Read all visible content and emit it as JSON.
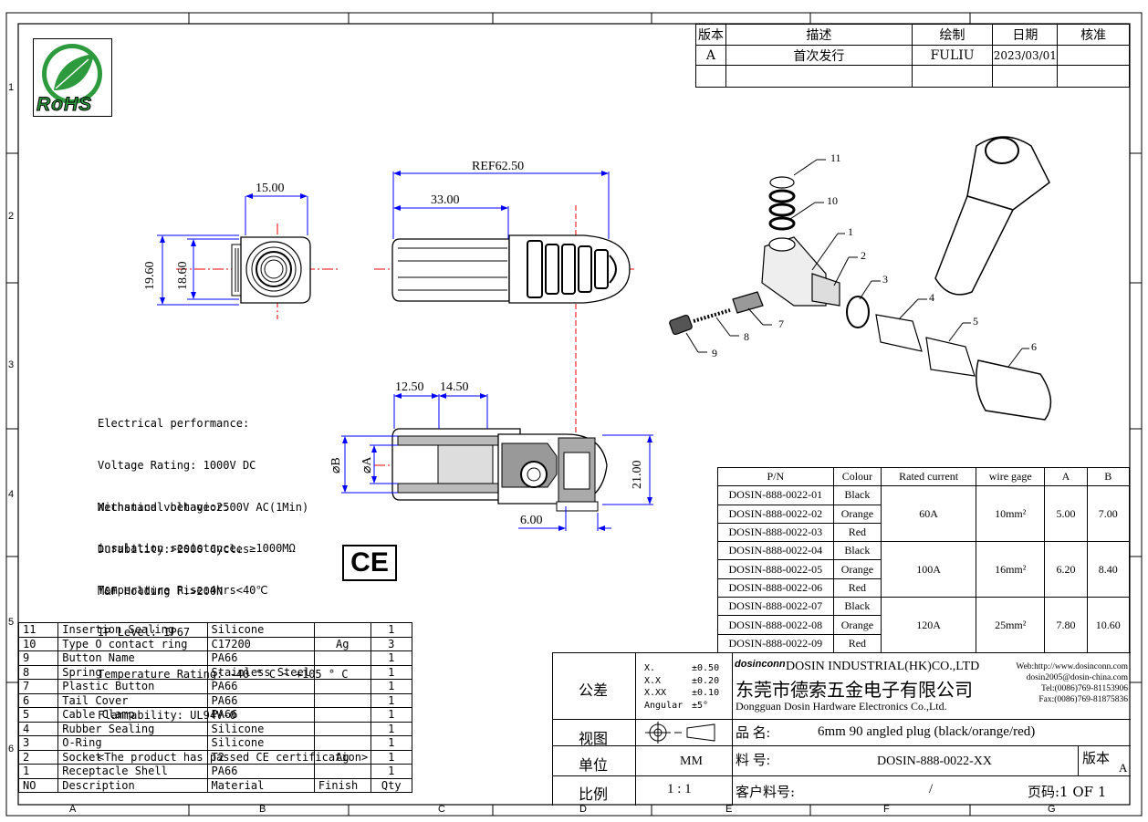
{
  "frame": {
    "row_labels": [
      "1",
      "2",
      "3",
      "4",
      "5",
      "6"
    ],
    "col_labels": [
      "A",
      "B",
      "C",
      "D",
      "E",
      "F",
      "G"
    ]
  },
  "logo": {
    "text": "RoHS"
  },
  "revision_table": {
    "headers": [
      "版本",
      "描述",
      "绘制",
      "日期",
      "核准"
    ],
    "rows": [
      [
        "A",
        "首次发行",
        "FULIU",
        "2023/03/01",
        ""
      ]
    ]
  },
  "dimensions": {
    "top_width": "15.00",
    "height_outer": "19.60",
    "height_inner": "18.60",
    "ref_length": "REF62.50",
    "body_length": "33.00",
    "sect_a": "12.50",
    "sect_b": "14.50",
    "dia_b": "⌀B",
    "dia_a": "⌀A",
    "height_21": "21.00",
    "offset_6": "6.00"
  },
  "specs": {
    "electrical": [
      "Electrical performance:",
      "Voltage Rating: 1000V DC",
      "Withstand voltage:2500V AC(1Min)",
      "insulation resistance: ≥1000MΩ",
      "Temperature Rise:4hrs<40℃"
    ],
    "mechanical": [
      "Mechanical behavior:",
      "Durability:>2000 Cycles",
      "M&F Holding F:>200N",
      "IP Level: IP67",
      "Temperature Rating: -40 ° C ~ +105 ° C",
      "Flammability: UL94V-0",
      "<The product has passed CE certification>"
    ],
    "ce_mark": "CE"
  },
  "callouts": [
    "1",
    "2",
    "3",
    "4",
    "5",
    "6",
    "7",
    "8",
    "9",
    "10",
    "11"
  ],
  "pn_table": {
    "headers": [
      "P/N",
      "Colour",
      "Rated current",
      "wire gage",
      "A",
      "B"
    ],
    "groups": [
      {
        "current": "60A",
        "gage": "10mm²",
        "a": "5.00",
        "b": "7.00",
        "rows": [
          [
            "DOSIN-888-0022-01",
            "Black"
          ],
          [
            "DOSIN-888-0022-02",
            "Orange"
          ],
          [
            "DOSIN-888-0022-03",
            "Red"
          ]
        ]
      },
      {
        "current": "100A",
        "gage": "16mm²",
        "a": "6.20",
        "b": "8.40",
        "rows": [
          [
            "DOSIN-888-0022-04",
            "Black"
          ],
          [
            "DOSIN-888-0022-05",
            "Orange"
          ],
          [
            "DOSIN-888-0022-06",
            "Red"
          ]
        ]
      },
      {
        "current": "120A",
        "gage": "25mm²",
        "a": "7.80",
        "b": "10.60",
        "rows": [
          [
            "DOSIN-888-0022-07",
            "Black"
          ],
          [
            "DOSIN-888-0022-08",
            "Orange"
          ],
          [
            "DOSIN-888-0022-09",
            "Red"
          ]
        ]
      }
    ]
  },
  "bom": {
    "rows": [
      [
        "11",
        "Insertion Sealing",
        "Silicone",
        "",
        "1"
      ],
      [
        "10",
        "Type O contact ring",
        "C17200",
        "Ag",
        "3"
      ],
      [
        "9",
        "Button Name",
        "PA66",
        "",
        "1"
      ],
      [
        "8",
        "Spring",
        "Stainless Steel",
        "",
        "1"
      ],
      [
        "7",
        "Plastic Button",
        "PA66",
        "",
        "1"
      ],
      [
        "6",
        "Tail Cover",
        "PA66",
        "",
        "1"
      ],
      [
        "5",
        "Cable Clamp",
        "PA66",
        "",
        "1"
      ],
      [
        "4",
        "Rubber Sealing",
        "Silicone",
        "",
        "1"
      ],
      [
        "3",
        "O-Ring",
        "Silicone",
        "",
        "1"
      ],
      [
        "2",
        "Socket",
        "T2",
        "Ag",
        "1"
      ],
      [
        "1",
        "Receptacle Shell",
        "PA66",
        "",
        "1"
      ]
    ],
    "header": [
      "NO",
      "Description",
      "Material",
      "Finish",
      "Qty"
    ]
  },
  "title_block": {
    "tolerance_label": "公差",
    "tolerances": [
      [
        "X.",
        "±0.50"
      ],
      [
        "X.X",
        "±0.20"
      ],
      [
        "X.XX",
        "±0.10"
      ],
      [
        "Angular",
        "±5°"
      ]
    ],
    "company_logo": "dosinconn",
    "company_en": "DOSIN INDUSTRIAL(HK)CO.,LTD",
    "company_cn": "东莞市德索五金电子有限公司",
    "company_en2": "Dongguan Dosin Hardware Electronics Co.,Ltd.",
    "web": "Web:http://www.dosinconn.com",
    "email": "dosin2005@dosin-china.com",
    "tel": "Tel:(0086)769-81153906",
    "fax": "Fax:(0086)769-81875836",
    "view_label": "视图",
    "unit_label": "单位",
    "unit_value": "MM",
    "scale_label": "比例",
    "scale_value": "1 : 1",
    "name_label": "品 名:",
    "name_value": "6mm 90 angled plug (black/orange/red)",
    "part_label": "料 号:",
    "part_value": "DOSIN-888-0022-XX",
    "rev_label": "版本",
    "rev_value": "A",
    "customer_label": "客户料号:",
    "customer_value": "/",
    "page_label": "页码:1 OF 1"
  }
}
